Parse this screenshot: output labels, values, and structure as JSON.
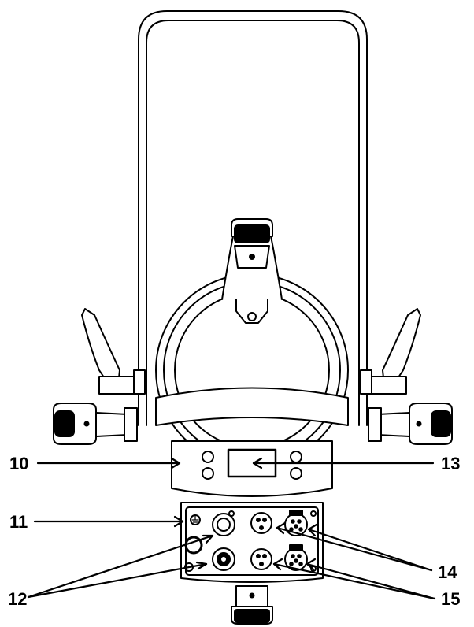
{
  "figure": {
    "stroke_color": "#000000",
    "fill_color": "#ffffff",
    "labels": {
      "display_and_buttons": "10",
      "ground_terminal": "11",
      "power_connectors": "12",
      "display": "13",
      "dmx_5pin_connectors": "14",
      "dmx_3pin_connectors": "15"
    }
  }
}
